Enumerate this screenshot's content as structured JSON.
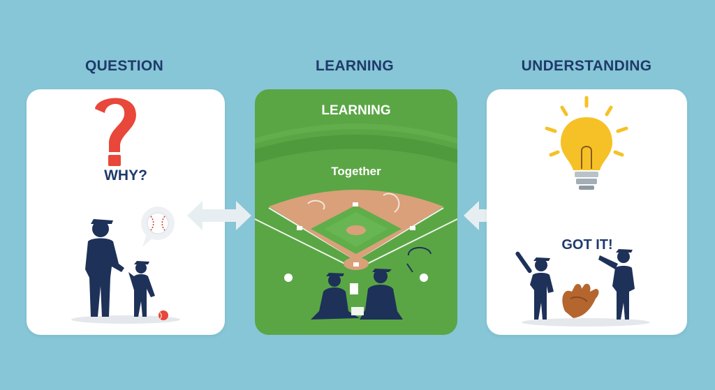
{
  "steps": [
    {
      "heading": "QUESTION",
      "caption": "WHY?"
    },
    {
      "heading": "LEARNING",
      "title": "LEARNING",
      "caption": "Together"
    },
    {
      "heading": "UNDERSTANDING",
      "caption": "GOT IT!"
    }
  ],
  "colors": {
    "background": "#86c6d6",
    "navy": "#1f3a6b",
    "silhouette": "#1e3158",
    "question_mark": "#e8473a",
    "field_green": "#5aa645",
    "infield_dirt": "#d9a07a",
    "bulb_yellow": "#f6c126",
    "arrow": "#e7eef1"
  },
  "icons": [
    "question-mark-icon",
    "baseball-icon",
    "speech-bubble-icon",
    "lightbulb-icon",
    "baseball-glove-icon",
    "baseball-diamond-icon",
    "double-arrow-icon"
  ]
}
